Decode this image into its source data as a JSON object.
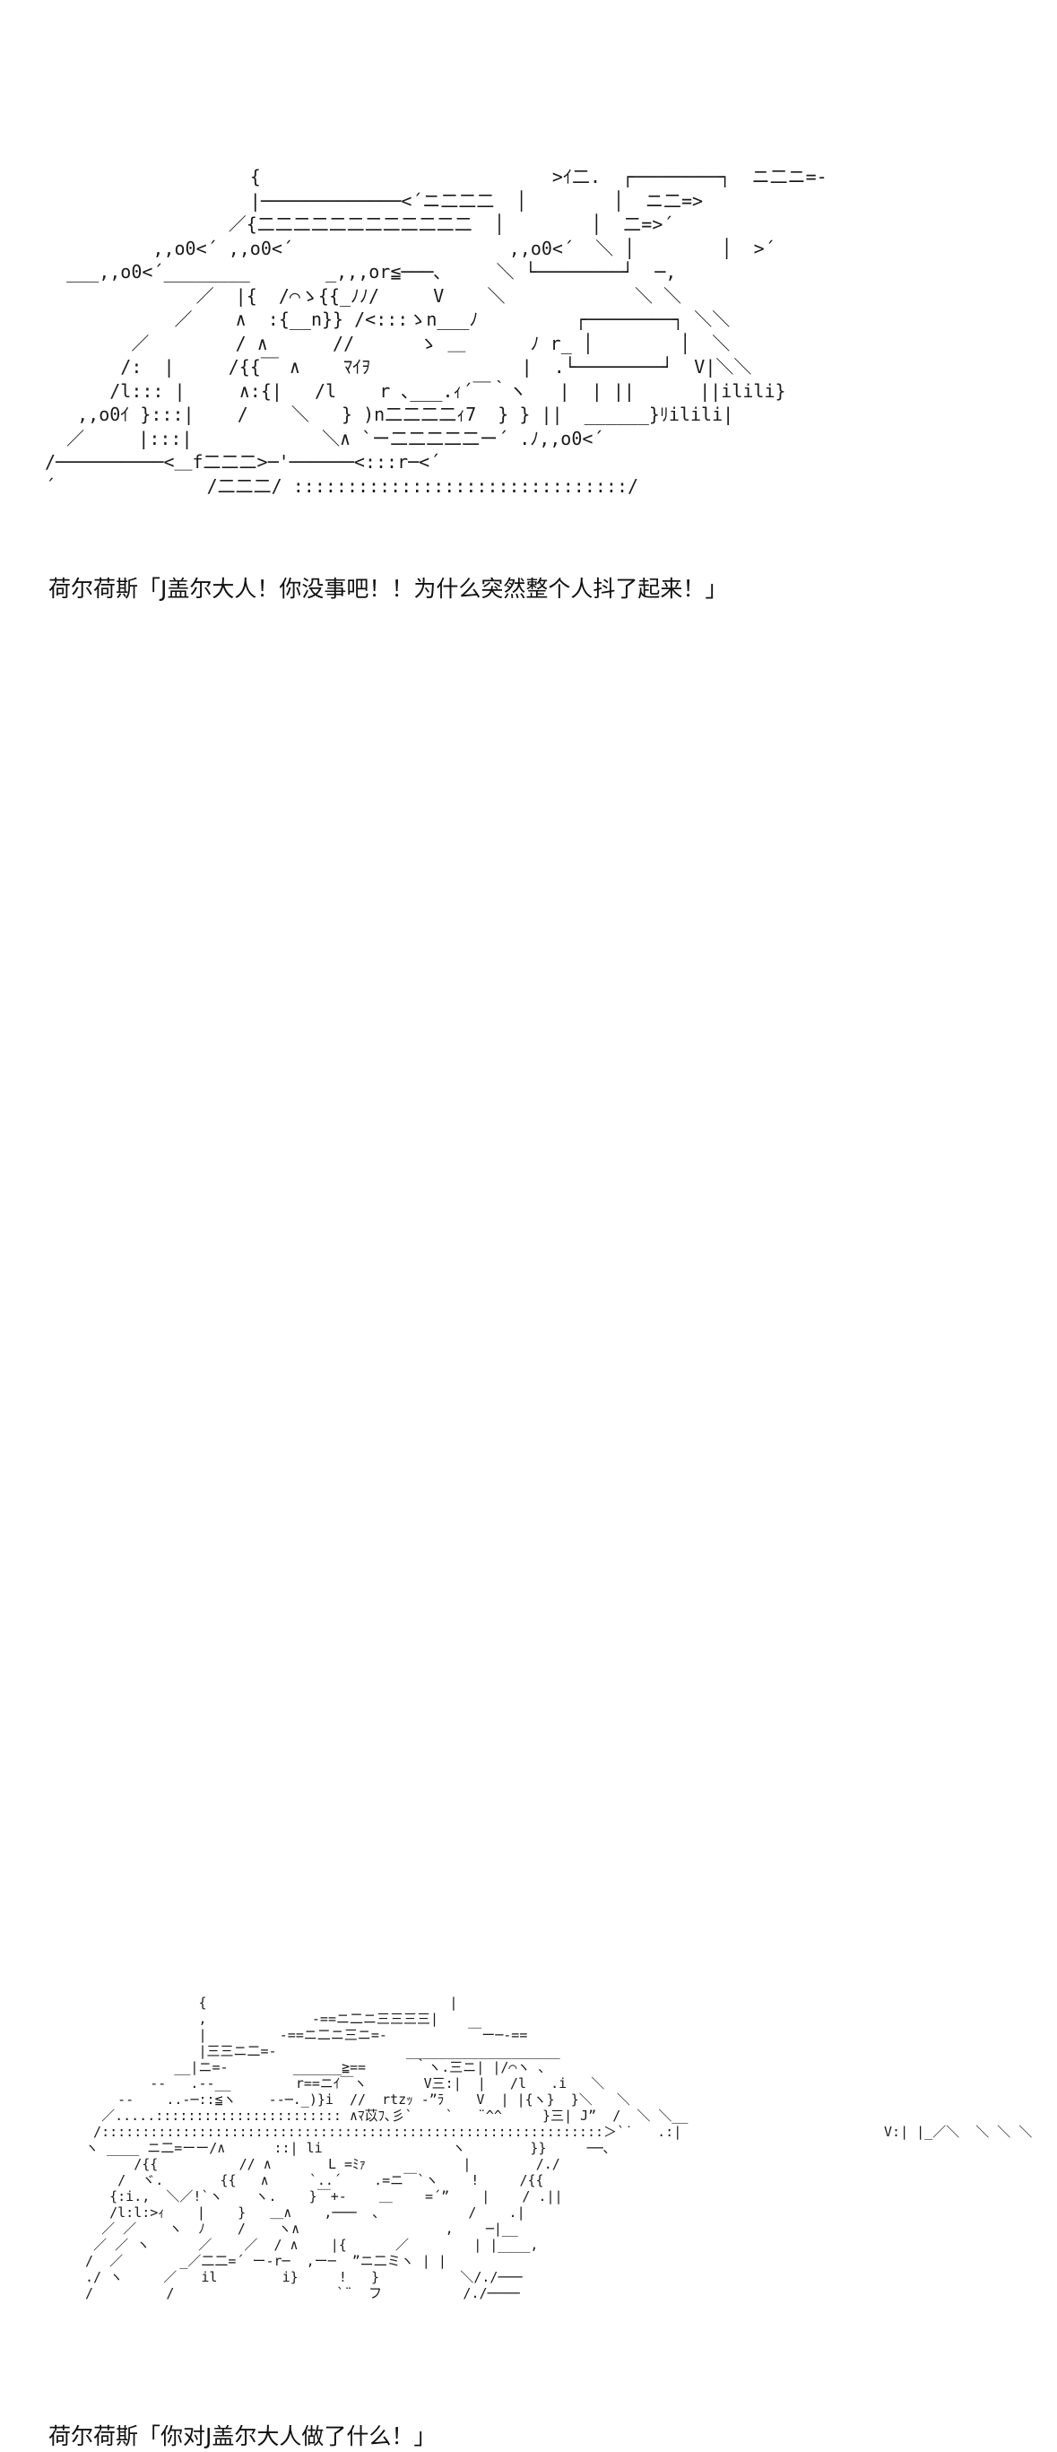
{
  "panels": [
    {
      "art": "                   {                           >ｲ二.  ┌────────┐  ニ二ニ=-\n                   |─────────────<´ニ二二二  │        │  ニ二=>\n                 ／{二二二二二二二二二二二二  │        │  二=>´\n          ,,o0<´ ,,o0<´                    ,,o0<´  ＼ │        │  >´\n  ___,,o0<´________       _,,,or≦───､     ＼ └────────┘  ─,\n              ／  |{  /⌒ゝ{{_ﾉﾉ/     V    ＼            ＼ ＼\n            ／    ∧  :{__n}} /<:::ゝn___ﾉ         ┌────────┐ ＼＼\n        ／        / ∧      //      ゝ ＿      ﾉ r_ │        │  ＼\n       /:  |     /{{￣ ∧    ﾏｲｦ              |  .└────────┘  V|＼＼\n      /l::: |     ∧:{|   /l    r ､___.ｨ´￣｀ヽ   |  | ||      ||ilili}\n   ,,o0ｲ }:::|    /    ＼   } )n二二二二ｨ7  } } ||  ______}ﾘilili|\n  ／     |:::|            ＼∧ `ー二二二二二ー´ .ﾉ,,o0<´\n/──────────<＿f二二二>─'──────<:::r─<´\n´              /二二二/ :::::::::::::::::::::::::::::::/",
      "caption": "荷尔荷斯「J盖尔大人！你没事吧！！为什么突然整个人抖了起来！」"
    },
    {
      "art": "               {                              |\n               ,             -==ニ二ニ三三三三|\n               |         -==ニ二ニ三ニ=-          ￣ー─-==\n               |三三ニ二=-                ___________________\n            __|ニ=-        ______≧==      ｀ヽ.三ニ| |/⌒ヽ ､\n         --   .--__        r==ニｲ￣ヽ       V三:|  |   /l   .i   ＼\n     --    ..-─::≦ヽ    --─._)}i  //  rtzｯ -”ﾗ    V  | |{ヽ}  }＼   ＼\n   ／.....::::::::::::::::::::::: ∧ﾏ苡ﾌ､彡`    `   ¨^^     }三| J”  /  ＼ ＼__\n  /::::::::::::::::::::::::::::::::::::::::::::::::::::::::::::::＞`˙   .:|                         V:| |_／＼  ＼ ＼ ＼\n ヽ ____ ニ二=ーー/∧      ::| li                ヽ        }}     ──､\n       /{{          // ∧       L =ﾐｧ            |        /./\n     /  ヾ.       {{   ∧     `..´    .=ニ￣`ヽ    !     /{{\n    {:i.,  ＼／!`ヽ    ヽ.    }￣+-    ＿    =´”    |    / .||\n    /l:l:>ｨ    |    }   ＿∧    ,───  ､           /    .|\n   ／ ／    ヽ  ﾉ    /    ヽ∧                  ,    ─|__\n  ／ ／ ヽ      ／    ／  / ∧    |{      ／        | |____,\n /  ／       _／二二=´ ー-r─  ,ー─  ”ニ二ミヽ | |\n ./ ヽ     ／   il        i}     !   }          ＼/./───\n /         /                    `¨  フ          /./────",
      "caption": "荷尔荷斯「你对J盖尔大人做了什么！」"
    }
  ]
}
